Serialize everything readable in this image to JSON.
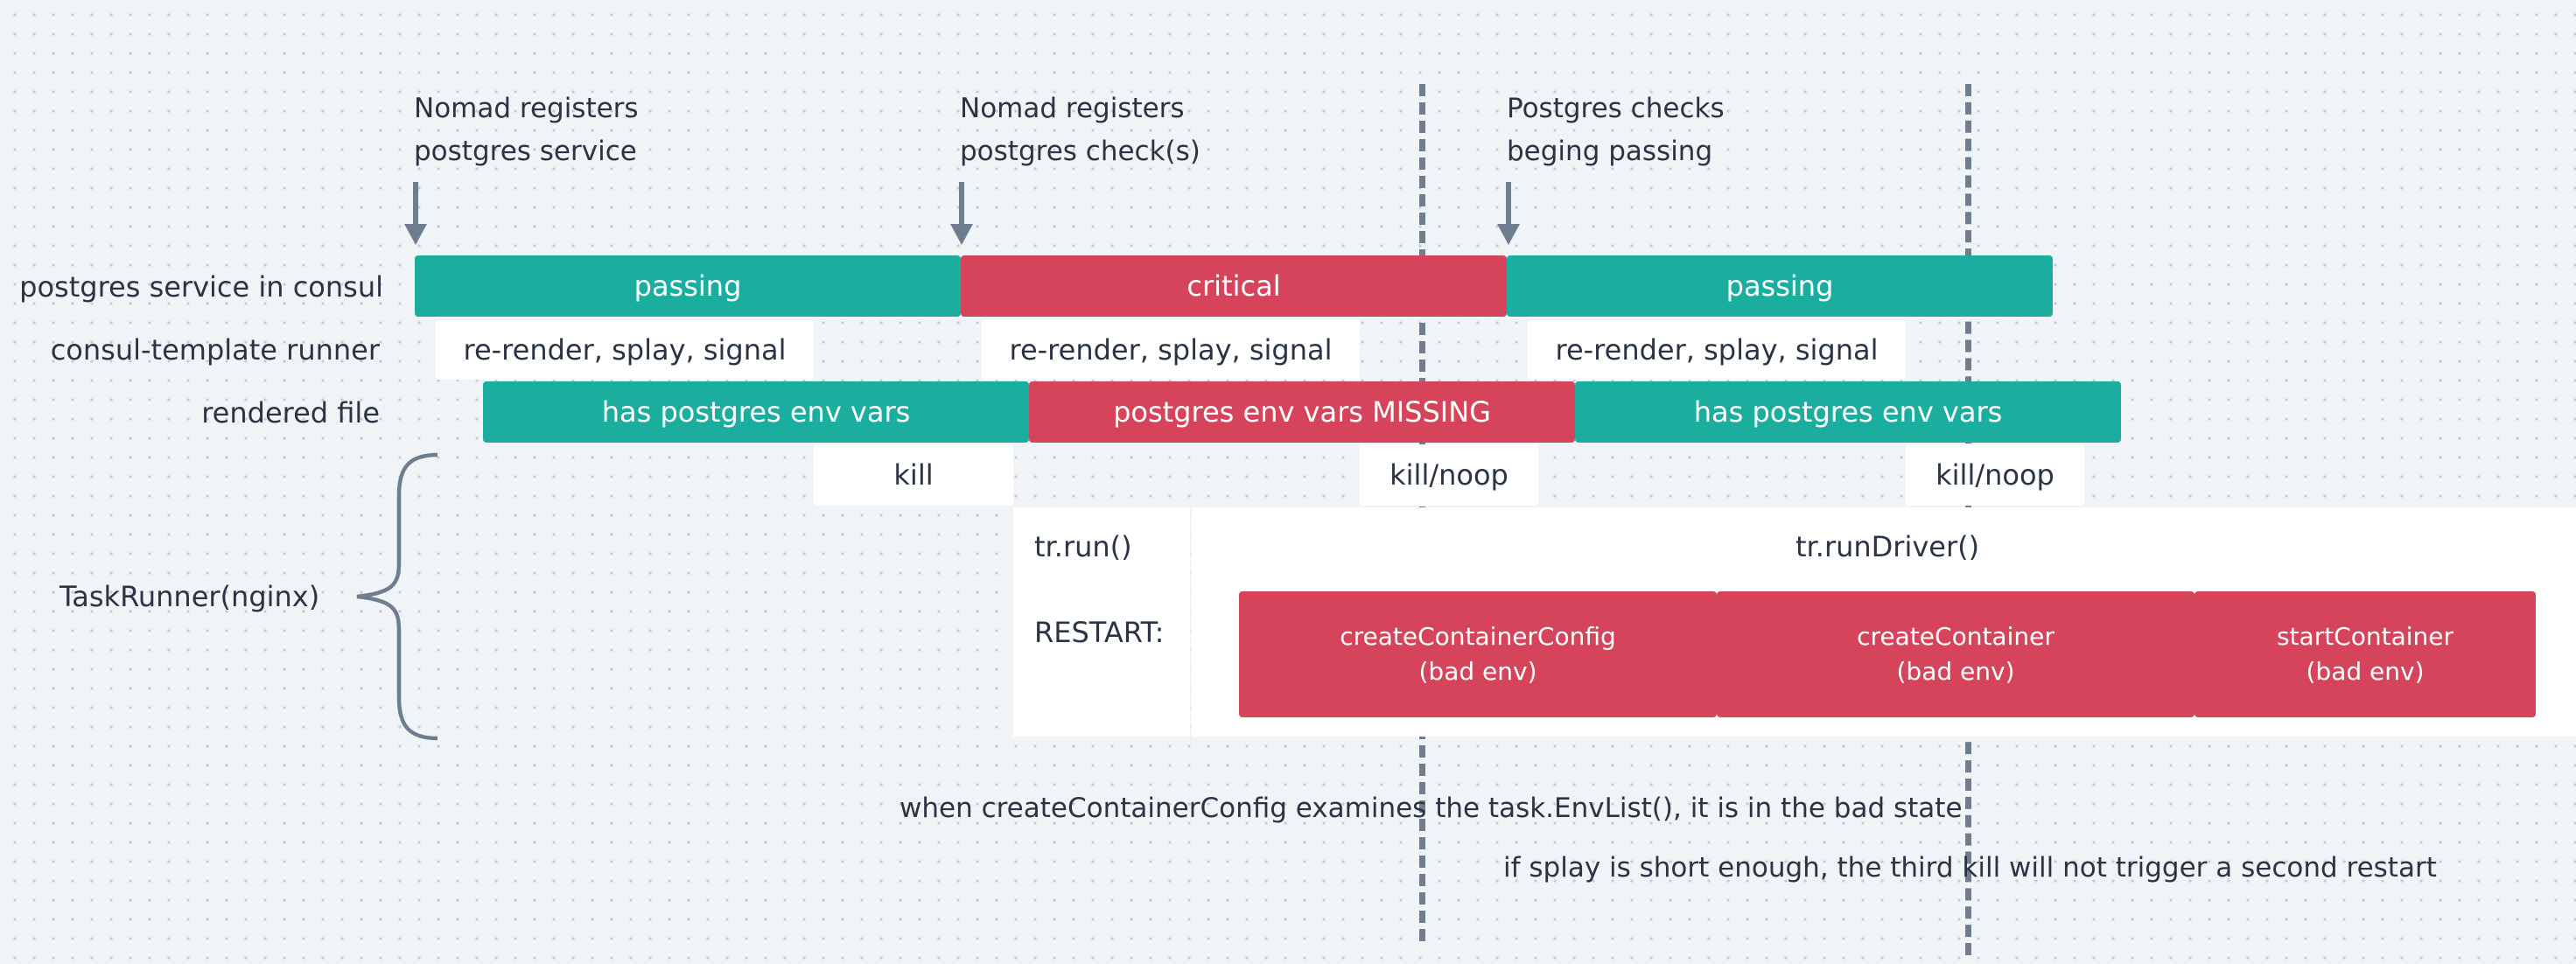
{
  "annotations": {
    "register_service": [
      "Nomad registers",
      "postgres service"
    ],
    "register_checks": [
      "Nomad registers",
      "postgres check(s)"
    ],
    "checks_passing": [
      "Postgres checks",
      "beging passing"
    ]
  },
  "row_labels": {
    "service": "postgres service in consul",
    "runner": "consul-template runner",
    "rendered": "rendered file",
    "taskrunner": "TaskRunner(nginx)"
  },
  "service_row": [
    "passing",
    "critical",
    "passing"
  ],
  "runner_row": [
    "re-render, splay, signal",
    "re-render, splay, signal",
    "re-render, splay, signal"
  ],
  "rendered_row": [
    "has postgres env vars",
    "postgres env vars MISSING",
    "has postgres env vars"
  ],
  "kill_row": [
    "kill",
    "kill/noop",
    "kill/noop"
  ],
  "taskrunner": {
    "run": "tr.run()",
    "run_driver": "tr.runDriver()",
    "restart": "RESTART:",
    "steps": [
      {
        "name": "createContainerConfig",
        "note": "(bad env)"
      },
      {
        "name": "createContainer",
        "note": "(bad env)"
      },
      {
        "name": "startContainer",
        "note": "(bad env)"
      }
    ]
  },
  "footnotes": {
    "first": "when createContainerConfig examines the task.EnvList(), it is in the bad state",
    "second": "if splay is short enough, the third kill will not trigger a second restart"
  },
  "colors": {
    "passing": "#1bae9e",
    "critical": "#d5445a",
    "text": "#2a3444",
    "guide": "#6f7e8f"
  },
  "icons": [
    "down-arrow-icon",
    "curly-brace-icon"
  ]
}
